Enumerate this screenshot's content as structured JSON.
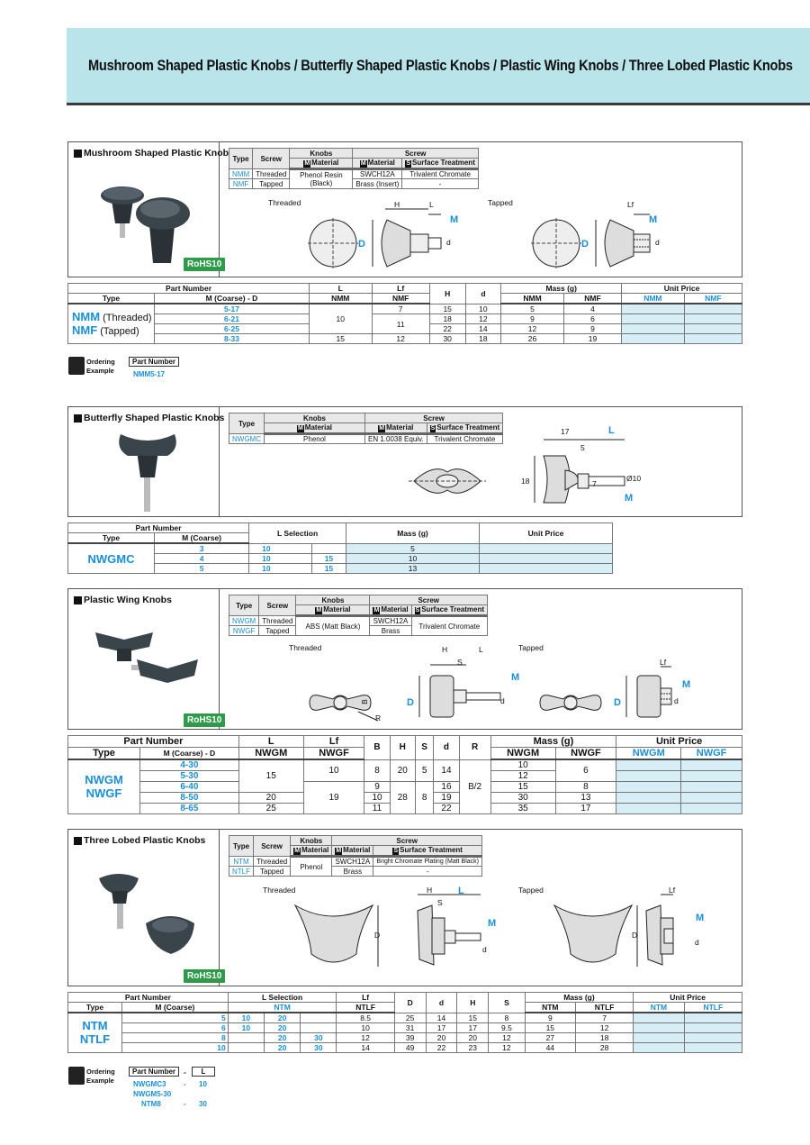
{
  "header": {
    "title": "Mushroom Shaped Plastic Knobs / Butterfly Shaped Plastic Knobs / Plastic Wing Knobs / Three Lobed Plastic Knobs"
  },
  "rohs": "RoHS10",
  "common": {
    "type": "Type",
    "screw": "Screw",
    "knobs": "Knobs",
    "material": "Material",
    "surface": "Surface Treatment",
    "m": "M",
    "s": "S",
    "threaded_caption": "Threaded",
    "tapped_caption": "Tapped",
    "part_number": "Part Number",
    "mass": "Mass (g)",
    "unit_price": "Unit Price",
    "l_selection": "L Selection"
  },
  "mushroom": {
    "title": "Mushroom Shaped Plastic Knobs",
    "spec_rows": [
      [
        "NMM",
        "Threaded",
        "Phenol Resin (Black)",
        "SWCH12A",
        "Trivalent Chromate"
      ],
      [
        "NMF",
        "Tapped",
        "",
        "Brass (Insert)",
        "-"
      ]
    ],
    "dims": {
      "H": "H",
      "L": "L",
      "D": "D",
      "d": "d",
      "M": "M",
      "Lf": "Lf"
    },
    "table": {
      "h_coarse": "M (Coarse) - D",
      "h_L": "L",
      "h_Lf": "Lf",
      "h_H": "H",
      "h_d": "d",
      "nmm": "NMM",
      "nmf": "NMF",
      "type1": "NMM",
      "type1_sub": " (Threaded)",
      "type2": "NMF",
      "type2_sub": " (Tapped)",
      "rows": [
        [
          "5-17",
          "7",
          "15",
          "10",
          "5",
          "4"
        ],
        [
          "6-21",
          "",
          "18",
          "12",
          "9",
          "6"
        ],
        [
          "6-25",
          "",
          "22",
          "14",
          "12",
          "9"
        ],
        [
          "8-33",
          "12",
          "30",
          "18",
          "26",
          "19"
        ]
      ],
      "L_merged": "10",
      "L_last": "15",
      "Lf_merged": "11"
    },
    "ordering": {
      "label1": "Ordering",
      "label2": "Example",
      "value": "NMM5-17"
    }
  },
  "butterfly": {
    "title": "Butterfly Shaped Plastic Knobs",
    "spec_rows": [
      [
        "NWGMC",
        "Phenol",
        "EN 1.0038 Equiv.",
        "Trivalent Chromate"
      ]
    ],
    "dims": {
      "d17": "17",
      "L": "L",
      "d5": "5",
      "d18": "18",
      "d7": "7",
      "d10": "Ø10",
      "M": "M"
    },
    "table": {
      "h_coarse": "M (Coarse)",
      "type": "NWGMC",
      "rows": [
        [
          "3",
          "10",
          "",
          "5"
        ],
        [
          "4",
          "10",
          "15",
          "10"
        ],
        [
          "5",
          "10",
          "15",
          "13"
        ]
      ]
    }
  },
  "wing": {
    "title": "Plastic Wing Knobs",
    "spec_rows": [
      [
        "NWGM",
        "Threaded",
        "ABS (Matt Black)",
        "SWCH12A",
        "Trivalent Chromate"
      ],
      [
        "NWGF",
        "Tapped",
        "",
        "Brass",
        ""
      ]
    ],
    "dims": {
      "H": "H",
      "S": "S",
      "L": "L",
      "B": "B",
      "R": "R",
      "D": "D",
      "d": "d",
      "M": "M",
      "Lf": "Lf"
    },
    "table": {
      "h_coarse": "M (Coarse) - D",
      "h_L": "L",
      "h_Lf": "Lf",
      "h_B": "B",
      "h_H": "H",
      "h_S": "S",
      "h_d": "d",
      "h_R": "R",
      "a": "NWGM",
      "b": "NWGF",
      "rows": [
        [
          "4-30",
          "10"
        ],
        [
          "5-30",
          "12"
        ],
        [
          "6-40",
          "15"
        ],
        [
          "8-50",
          "30"
        ],
        [
          "8-65",
          "35"
        ]
      ],
      "L_a": "15",
      "L_b": "20",
      "L_c": "25",
      "Lf_a": "10",
      "Lf_b": "19",
      "B_a": "8",
      "B_b": "9",
      "B_c": "10",
      "B_d": "11",
      "H_a": "20",
      "H_b": "28",
      "S_a": "5",
      "S_b": "8",
      "d_a": "14",
      "d_b": "16",
      "d_c": "19",
      "d_d": "22",
      "R": "B/2",
      "mf_a": "6",
      "mf_b": "8",
      "mf_c": "13",
      "mf_d": "17"
    }
  },
  "lobed": {
    "title": "Three Lobed Plastic Knobs",
    "spec_rows": [
      [
        "NTM",
        "Threaded",
        "Phenol",
        "SWCH12A",
        "Bright Chromate Plating (Matt Black)"
      ],
      [
        "NTLF",
        "Tapped",
        "",
        "Brass",
        "-"
      ]
    ],
    "dims": {
      "H": "H",
      "S": "S",
      "L": "L",
      "D": "D",
      "d": "d",
      "M": "M",
      "Lf": "Lf"
    },
    "table": {
      "h_coarse": "M (Coarse)",
      "h_Lf": "Lf",
      "h_ntm": "NTM",
      "h_ntlf": "NTLF",
      "h_D": "D",
      "h_d": "d",
      "h_H": "H",
      "h_S": "S",
      "t1": "NTM",
      "t2": "NTLF",
      "rows": [
        [
          "5",
          "10",
          "20",
          "",
          "8.5",
          "25",
          "14",
          "15",
          "8",
          "9",
          "7"
        ],
        [
          "6",
          "10",
          "20",
          "",
          "10",
          "31",
          "17",
          "17",
          "9.5",
          "15",
          "12"
        ],
        [
          "8",
          "",
          "20",
          "30",
          "12",
          "39",
          "20",
          "20",
          "12",
          "27",
          "18"
        ],
        [
          "10",
          "",
          "20",
          "30",
          "14",
          "49",
          "22",
          "23",
          "12",
          "44",
          "28"
        ]
      ]
    }
  },
  "ordering2": {
    "label1": "Ordering",
    "label2": "Example",
    "pn": "Part Number",
    "dash": "-",
    "L": "L",
    "rows": [
      [
        "NWGMC3",
        "-",
        "10"
      ],
      [
        "NWGM5-30",
        "",
        ""
      ],
      [
        "NTM8",
        "-",
        "30"
      ]
    ]
  }
}
